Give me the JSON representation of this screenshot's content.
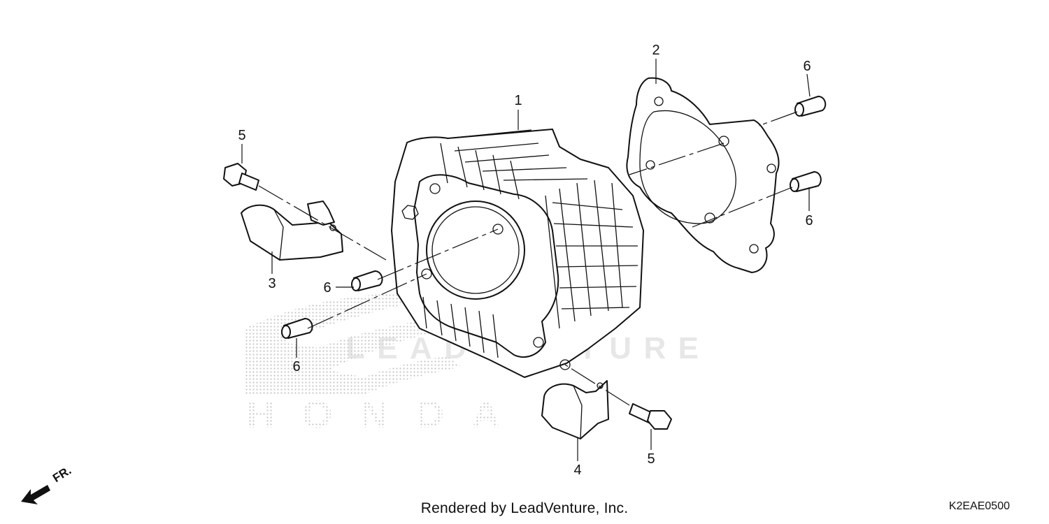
{
  "callouts": {
    "c1": "1",
    "c2": "2",
    "c3": "3",
    "c4": "4",
    "c5a": "5",
    "c5b": "5",
    "c6a": "6",
    "c6b": "6",
    "c6c": "6",
    "c6d": "6"
  },
  "watermark": {
    "brand": "HONDA",
    "vendor": "LEADVENTURE"
  },
  "direction": {
    "label": "FR."
  },
  "footer": {
    "rendered_by": "Rendered by LeadVenture, Inc.",
    "diagram_code": "K2EAE0500"
  },
  "colors": {
    "line": "#111111",
    "watermark": "#c8c8c8"
  }
}
